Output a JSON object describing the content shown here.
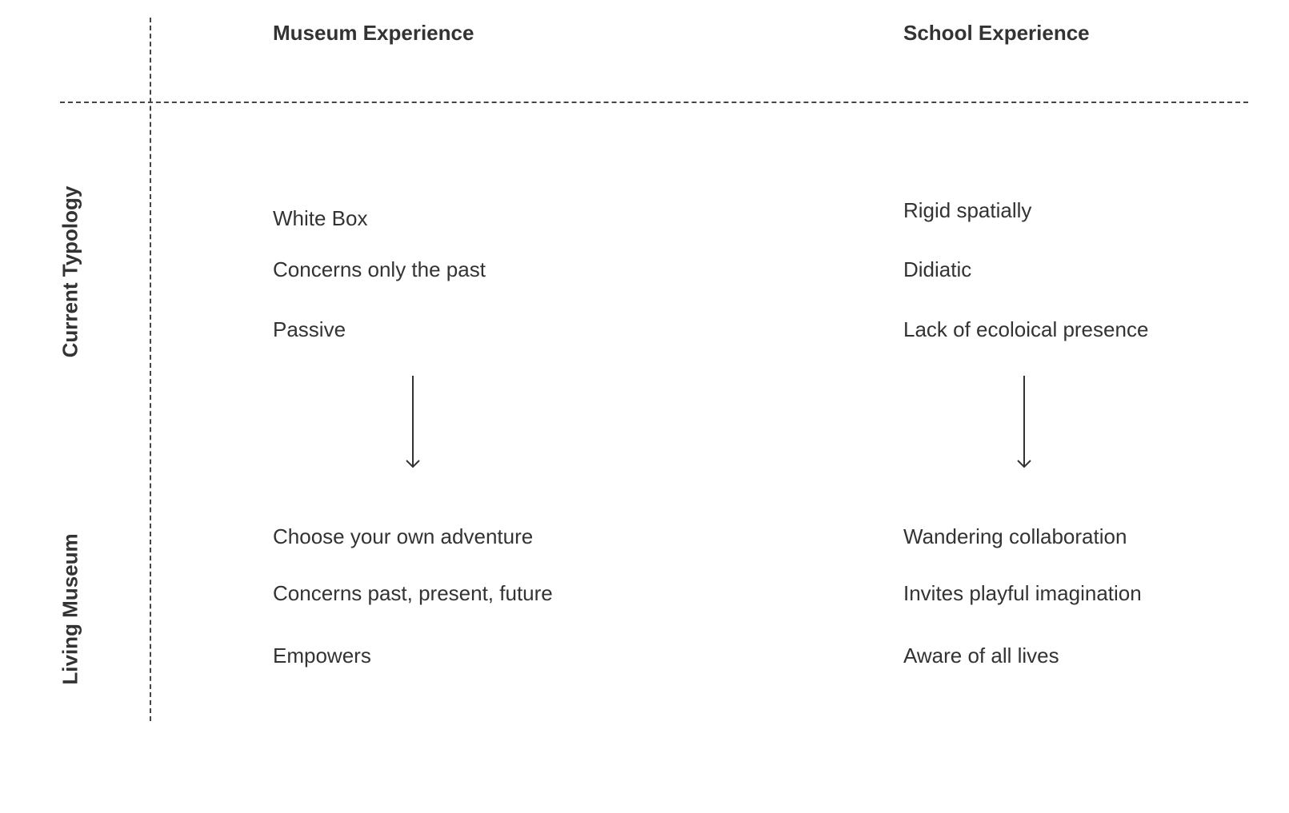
{
  "columns": {
    "museum": "Museum Experience",
    "school": "School Experience"
  },
  "rows": {
    "current": "Current Typology",
    "living": "Living Museum"
  },
  "museum_current": [
    "White Box",
    "Concerns only the past",
    "Passive"
  ],
  "museum_living": [
    "Choose your own adventure",
    "Concerns past, present, future",
    "Empowers"
  ],
  "school_current": [
    "Rigid spatially",
    "Didiatic",
    "Lack of ecoloical presence"
  ],
  "school_living": [
    "Wandering collaboration",
    "Invites playful imagination",
    "Aware of all lives"
  ],
  "colors": {
    "text": "#333333",
    "lines": "#444444"
  }
}
